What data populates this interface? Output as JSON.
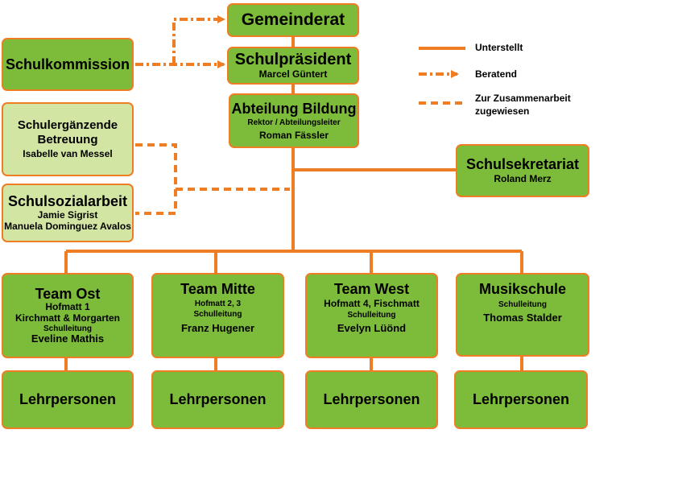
{
  "nodes": {
    "gemeinderat": {
      "title": "Gemeinderat"
    },
    "schulkommission": {
      "title": "Schulkommission"
    },
    "schulpraesident": {
      "title": "Schulpräsident",
      "person": "Marcel Güntert"
    },
    "abteilung": {
      "title": "Abteilung Bildung",
      "role": "Rektor / Abteilungsleiter",
      "person": "Roman Fässler"
    },
    "betreuung": {
      "line1": "Schulergänzende",
      "line2": "Betreuung",
      "person": "Isabelle van Messel"
    },
    "sozialarbeit": {
      "title": "Schulsozialarbeit",
      "person1": "Jamie Sigrist",
      "person2": "Manuela Dominguez Avalos"
    },
    "sekretariat": {
      "title": "Schulsekretariat",
      "person": "Roland Merz"
    },
    "team_ost": {
      "title": "Team Ost",
      "loc1": "Hofmatt 1",
      "loc2": "Kirchmatt & Morgarten",
      "role": "Schulleitung",
      "person": "Eveline Mathis"
    },
    "team_mitte": {
      "title": "Team Mitte",
      "loc": "Hofmatt 2, 3",
      "role": "Schulleitung",
      "person": "Franz Hugener"
    },
    "team_west": {
      "title": "Team West",
      "loc": "Hofmatt 4, Fischmatt",
      "role": "Schulleitung",
      "person": "Evelyn Lüönd"
    },
    "musikschule": {
      "title": "Musikschule",
      "role": "Schulleitung",
      "person": "Thomas Stalder"
    },
    "lehrpersonen": {
      "label": "Lehrpersonen"
    }
  },
  "legend": {
    "unterstellt": "Unterstellt",
    "beratend": "Beratend",
    "zusammenarbeit_line1": "Zur Zusammenarbeit",
    "zusammenarbeit_line2": "zugewiesen"
  },
  "colors": {
    "line": "#ef7d23",
    "box_dark": "#7dbb3a",
    "box_light": "#d3e5a3"
  }
}
